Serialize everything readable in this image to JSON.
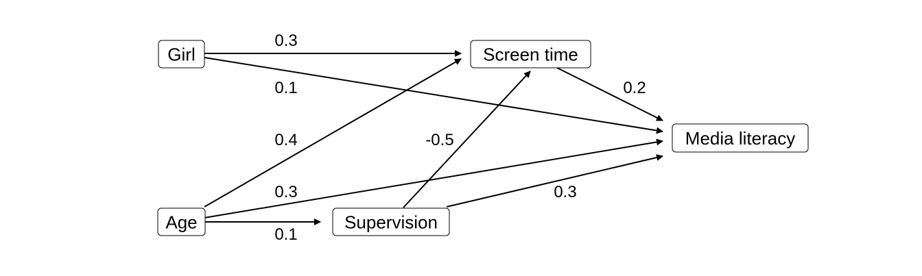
{
  "nodes": {
    "girl": "Girl",
    "age": "Age",
    "screen_time": "Screen time",
    "supervision": "Supervision",
    "media_literacy": "Media literacy"
  },
  "edges": {
    "girl_to_screen_time": "0.3",
    "girl_to_media_literacy": "0.1",
    "age_to_screen_time": "0.4",
    "age_to_media_literacy": "0.3",
    "age_to_supervision": "0.1",
    "supervision_to_screen_time": "-0.5",
    "supervision_to_media_literacy": "0.3",
    "screen_time_to_media_literacy": "0.2"
  }
}
